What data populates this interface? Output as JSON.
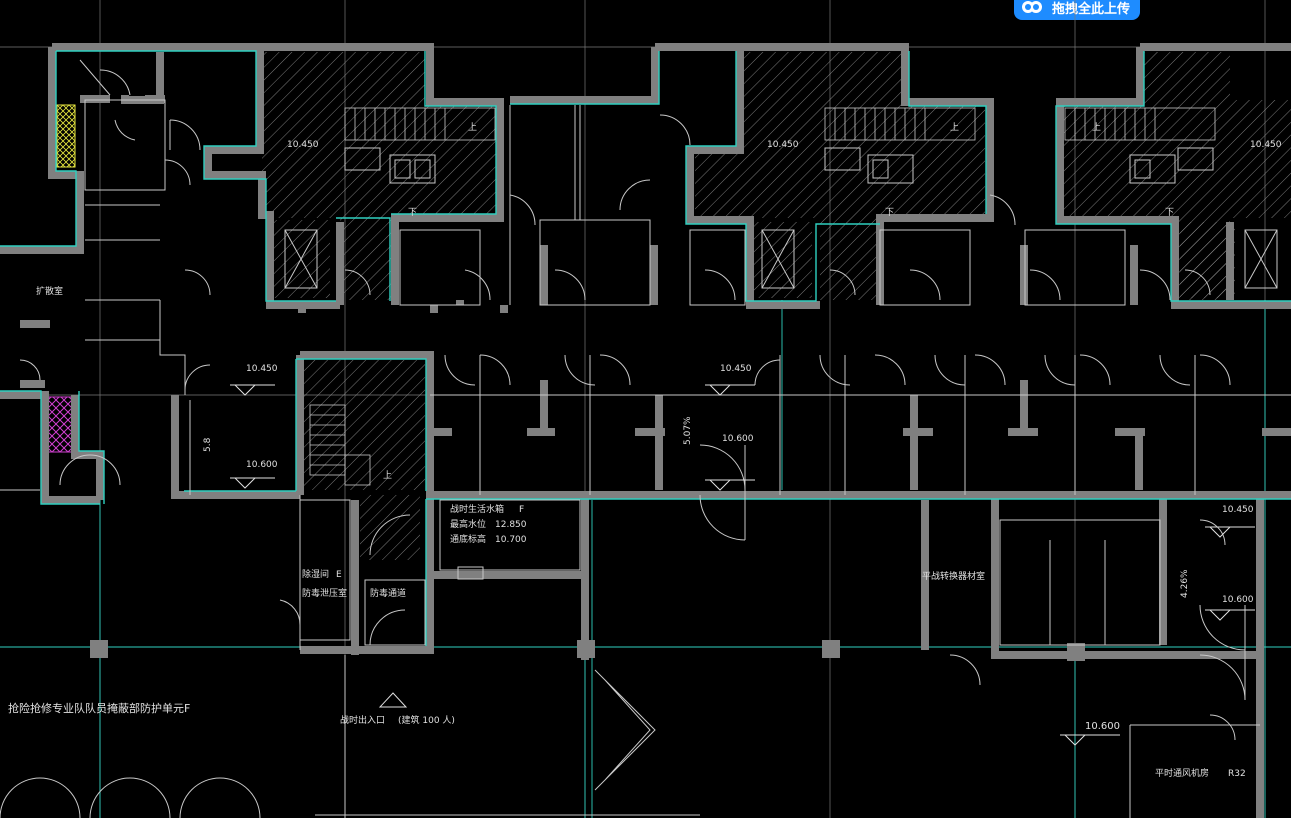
{
  "toolbar": {
    "upload_label": "拖拽全此上传",
    "upload_icon": "cloud-upload-icon"
  },
  "colors": {
    "background": "#000000",
    "wall": "#808080",
    "cyan": "#2fd0c0",
    "line": "#c8c8c8",
    "magenta": "#d040d0",
    "yellow": "#e8e840",
    "upload_bg": "#1e8cff"
  },
  "labels": {
    "elev_10450": "10.450",
    "elev_10600": "10.600",
    "stair_up": "上",
    "stair_down": "下",
    "dim_58": "5.8",
    "dim_507": "5.07%",
    "dim_426": "4.26%",
    "room_expand": "扩散室",
    "room_water_title": "战时生活水箱",
    "room_water_f": "F",
    "room_water_max_label": "最高水位",
    "room_water_max_value": "12.850",
    "room_water_min_label": "通底标高",
    "room_water_min_value": "10.700",
    "room_dry": "除湿间",
    "room_dry_e": "E",
    "room_toilet": "防毒通道",
    "room_drain": "防毒泄压室",
    "room_pump": "平战转换器材室",
    "room_fan": "平时通风机房",
    "room_r32": "R32",
    "unit_name": "抢险抢修专业队队员掩蔽部防护单元F",
    "entrance": "战时出入口",
    "capacity": "(建筑 100 人)"
  }
}
